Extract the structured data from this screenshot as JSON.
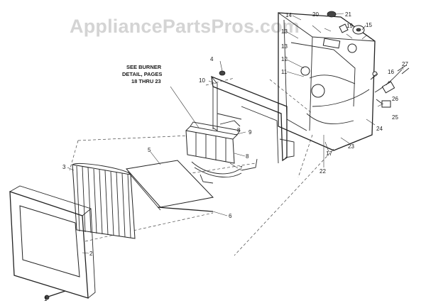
{
  "watermark": "AppliancePartsPros.com",
  "note_lines": [
    "SEE BURNER",
    "DETAIL, PAGES",
    "18 THRU 23"
  ],
  "callouts": [
    {
      "id": "c1",
      "text": "1"
    },
    {
      "id": "c2",
      "text": "2"
    },
    {
      "id": "c3",
      "text": "3"
    },
    {
      "id": "c4",
      "text": "4"
    },
    {
      "id": "c5",
      "text": "5"
    },
    {
      "id": "c6",
      "text": "6"
    },
    {
      "id": "c7",
      "text": "7"
    },
    {
      "id": "c8a",
      "text": "8"
    },
    {
      "id": "c8b",
      "text": "8"
    },
    {
      "id": "c9",
      "text": "9"
    },
    {
      "id": "c10",
      "text": "10"
    },
    {
      "id": "c11",
      "text": "11"
    },
    {
      "id": "c12",
      "text": "12"
    },
    {
      "id": "c13a",
      "text": "13"
    },
    {
      "id": "c13b",
      "text": "13"
    },
    {
      "id": "c14",
      "text": "14"
    },
    {
      "id": "c15",
      "text": "15"
    },
    {
      "id": "c16",
      "text": "16"
    },
    {
      "id": "c17",
      "text": "17"
    },
    {
      "id": "c19",
      "text": "19"
    },
    {
      "id": "c20",
      "text": "20"
    },
    {
      "id": "c21",
      "text": "21"
    },
    {
      "id": "c22",
      "text": "22"
    },
    {
      "id": "c23",
      "text": "23"
    },
    {
      "id": "c24",
      "text": "24"
    },
    {
      "id": "c25",
      "text": "25"
    },
    {
      "id": "c26",
      "text": "26"
    },
    {
      "id": "c27",
      "text": "27"
    }
  ]
}
